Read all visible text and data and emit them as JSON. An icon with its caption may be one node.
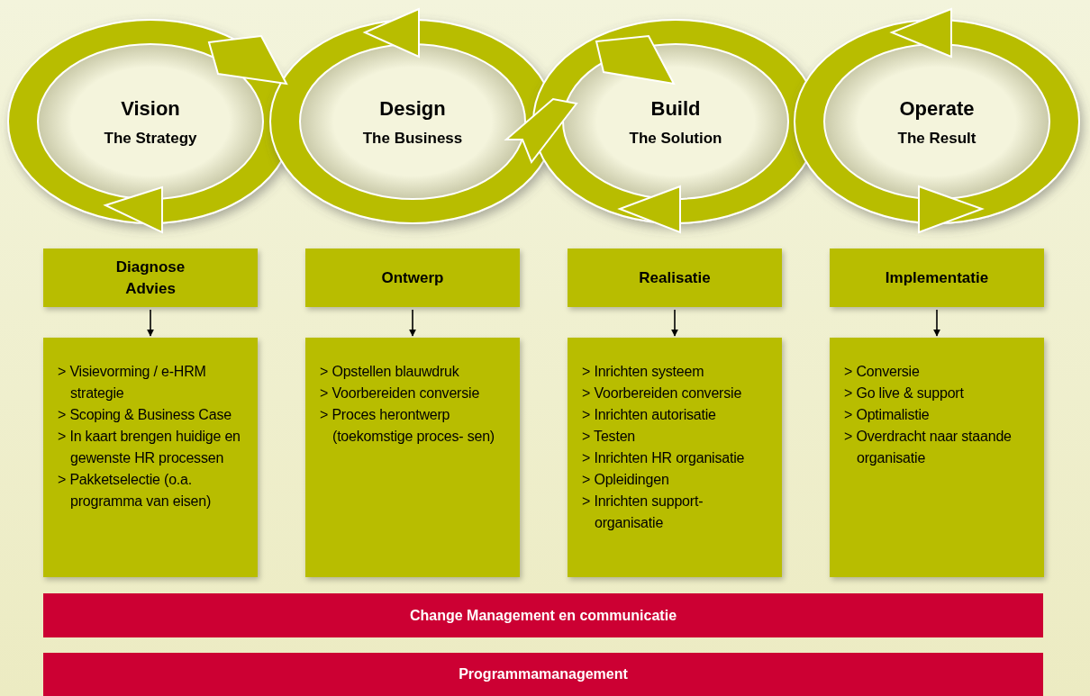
{
  "diagram": {
    "nodes": [
      {
        "text": [
          "Vision",
          "The Strategy"
        ]
      },
      {
        "text": [
          "Design",
          "The Business"
        ]
      },
      {
        "text": [
          "Build",
          "The Solution"
        ]
      },
      {
        "text": [
          "Operate",
          "The Result"
        ]
      },
      {
        "text": [
          "Diagnose",
          "Advies"
        ]
      },
      {
        "text": [
          "Ontwerp"
        ]
      },
      {
        "text": [
          "Realisatie"
        ]
      },
      {
        "text": [
          "Implementatie"
        ]
      },
      {
        "text": [
          "> Visievorming / e-HRM strategie",
          "> Scoping & Business Case",
          "> In kaart brengen huidige en gewenste HR processen",
          "> Pakketselectie (o.a. programma van eisen)"
        ]
      },
      {
        "text": [
          "> Opstellen blauwdruk",
          "> Voorbereiden conversie",
          "> Proces herontwerp (toekomstige proces- sen)"
        ]
      },
      {
        "text": [
          "> Inrichten systeem",
          "> Voorbereiden conversie",
          "> Inrichten autorisatie",
          "> Testen",
          "> Inrichten HR organisatie",
          "> Opleidingen",
          "> Inrichten support- organisatie"
        ]
      },
      {
        "text": [
          "> Conversie",
          "> Go live & support",
          "> Optimalistie",
          "> Overdracht naar staande organisatie"
        ]
      },
      {
        "text": [
          "Change Management en communicatie"
        ]
      },
      {
        "text": [
          "Programmamanagement"
        ]
      }
    ],
    "edges": [
      {
        "from": 4,
        "to": 8,
        "arrow": "to"
      },
      {
        "from": 5,
        "to": 9,
        "arrow": "to"
      },
      {
        "from": 6,
        "to": 10,
        "arrow": "to"
      },
      {
        "from": 7,
        "to": 11,
        "arrow": "to"
      }
    ]
  }
}
